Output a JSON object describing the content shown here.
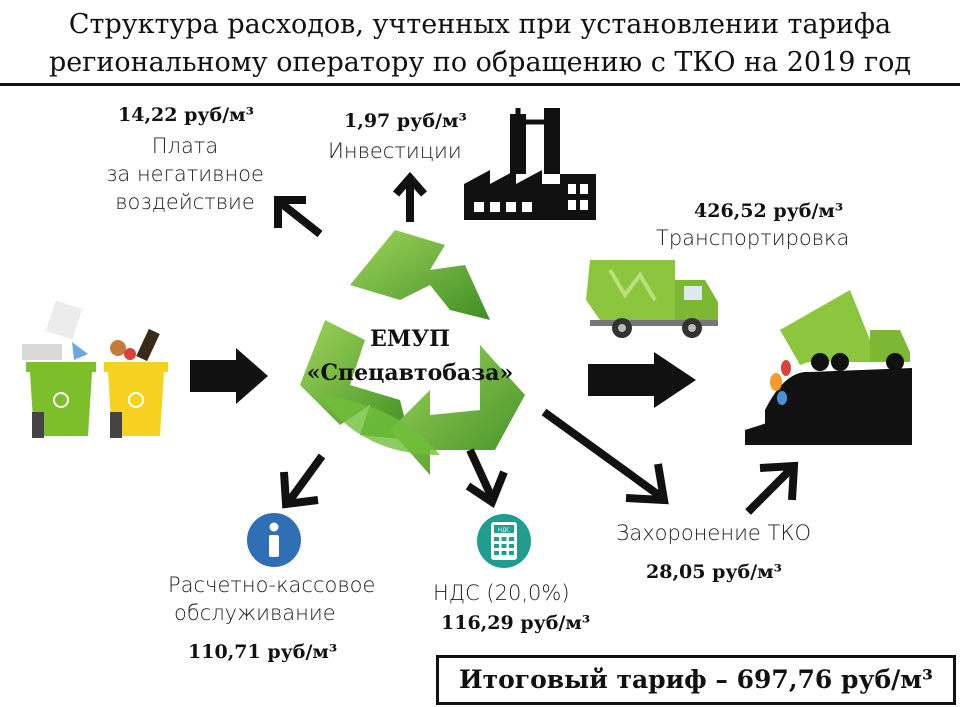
{
  "title": {
    "line1": "Структура расходов, учтенных при установлении тарифа",
    "line2": "региональному оператору по обращению с ТКО на 2019 год"
  },
  "center": {
    "line1": "ЕМУП",
    "line2": "«Спецавтобаза»"
  },
  "items": {
    "negative": {
      "value": "14,22 руб/м³",
      "label1": "Плата",
      "label2": "за негативное",
      "label3": "воздействие"
    },
    "investments": {
      "value": "1,97 руб/м³",
      "label": "Инвестиции"
    },
    "transport": {
      "value": "426,52 руб/м³",
      "label": "Транспортировка"
    },
    "burial": {
      "value": "28,05 руб/м³",
      "label": "Захоронение ТКО"
    },
    "vat": {
      "value": "116,29 руб/м³",
      "label": "НДС (20,0%)",
      "badge": "НДС"
    },
    "cash": {
      "value": "110,71 руб/м³",
      "label1": "Расчетно-кассовое",
      "label2": "обслуживание"
    }
  },
  "total": "Итоговый тариф – 697,76 руб/м³",
  "icons": [
    "recycle-icon",
    "factory-icon",
    "garbage-truck-icon",
    "dump-truck-icon",
    "waste-bins-icon",
    "info-icon",
    "calculator-icon",
    "arrow-icon"
  ],
  "colors": {
    "green_dark": "#4c9a2a",
    "green_light": "#8cc63f",
    "bin_green": "#7cbf2b",
    "bin_yellow": "#f4d21f",
    "info_blue": "#2e6fb6",
    "calc_teal": "#1f9e8f"
  }
}
